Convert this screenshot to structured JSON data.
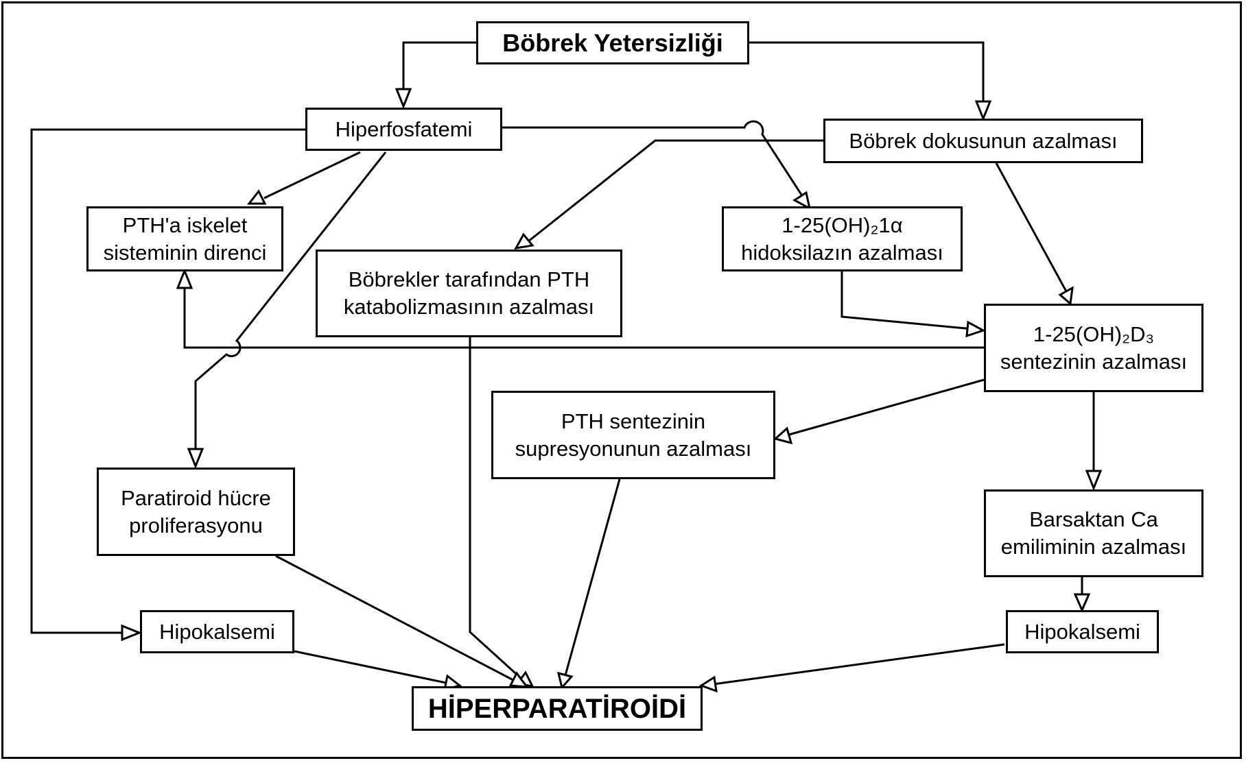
{
  "nodes": {
    "bobrek_yetersizligi": "Böbrek Yetersizliği",
    "hiperfosfatemi": "Hiperfosfatemi",
    "bobrek_dokusu": "Böbrek dokusunun azalması",
    "pth_iskelet": "PTH'a iskelet\nsisteminin direnci",
    "pth_katabolizma": "Böbrekler tarafından PTH\nkatabolizmasının azalması",
    "hidroksilaz": "1-25(OH)₂1α\nhidoksilazın azalması",
    "vitd_sentez": "1-25(OH)₂D₃\nsentezinin azalması",
    "pth_supresyon": "PTH sentezinin\nsupresyonunun azalması",
    "paratiroid_proliferasyon": "Paratiroid hücre\nproliferasyonu",
    "barsak_ca": "Barsaktan Ca\nemiliminin azalması",
    "hipokalsemi_left": "Hipokalsemi",
    "hipokalsemi_right": "Hipokalsemi",
    "hiperparatiroidi": "HİPERPARATİROİDİ"
  }
}
